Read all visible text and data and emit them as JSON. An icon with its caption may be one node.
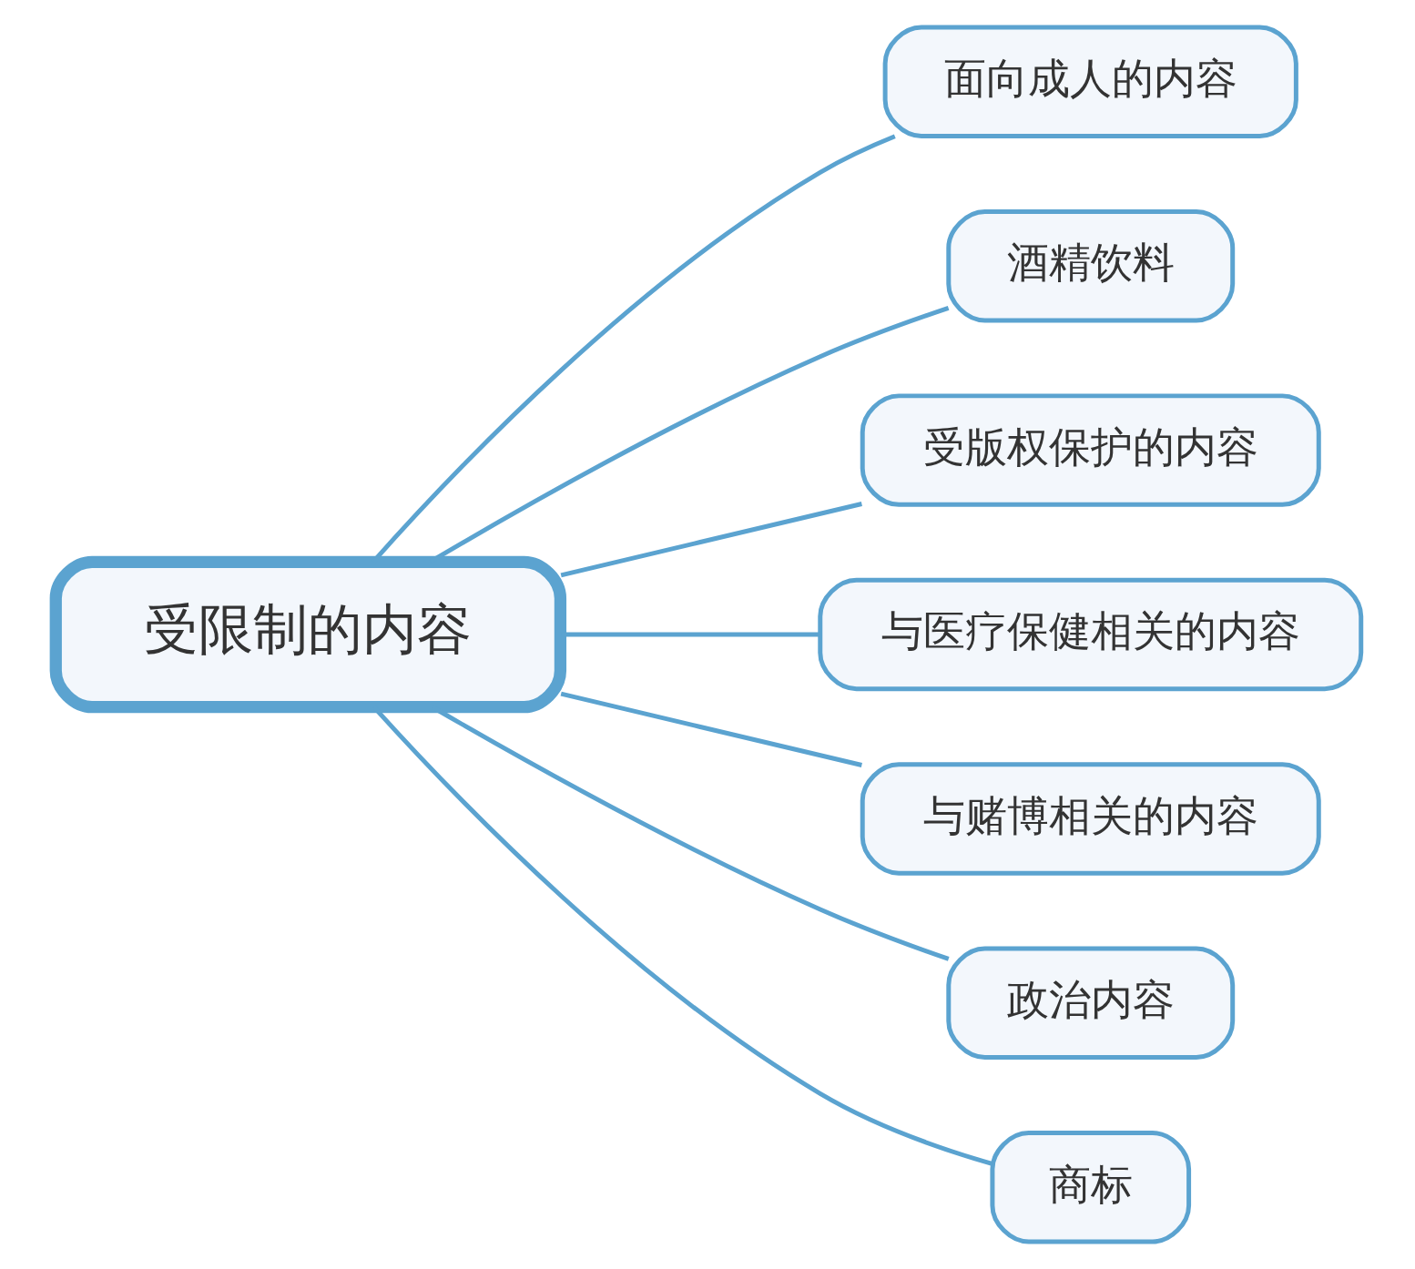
{
  "diagram": {
    "nodes": [
      {
        "text": [
          "受限制的内容"
        ]
      },
      {
        "text": [
          "面向成人的内容"
        ]
      },
      {
        "text": [
          "酒精饮料"
        ]
      },
      {
        "text": [
          "受版权保护的内容"
        ]
      },
      {
        "text": [
          "与医疗保健相关的内容"
        ]
      },
      {
        "text": [
          "与赌博相关的内容"
        ]
      },
      {
        "text": [
          "政治内容"
        ]
      },
      {
        "text": [
          "商标"
        ]
      }
    ],
    "edges": [
      {
        "from": 0,
        "to": 1,
        "arrow": "none"
      },
      {
        "from": 0,
        "to": 2,
        "arrow": "none"
      },
      {
        "from": 0,
        "to": 3,
        "arrow": "none"
      },
      {
        "from": 0,
        "to": 4,
        "arrow": "none"
      },
      {
        "from": 0,
        "to": 5,
        "arrow": "none"
      },
      {
        "from": 0,
        "to": 6,
        "arrow": "none"
      },
      {
        "from": 0,
        "to": 7,
        "arrow": "none"
      }
    ]
  }
}
